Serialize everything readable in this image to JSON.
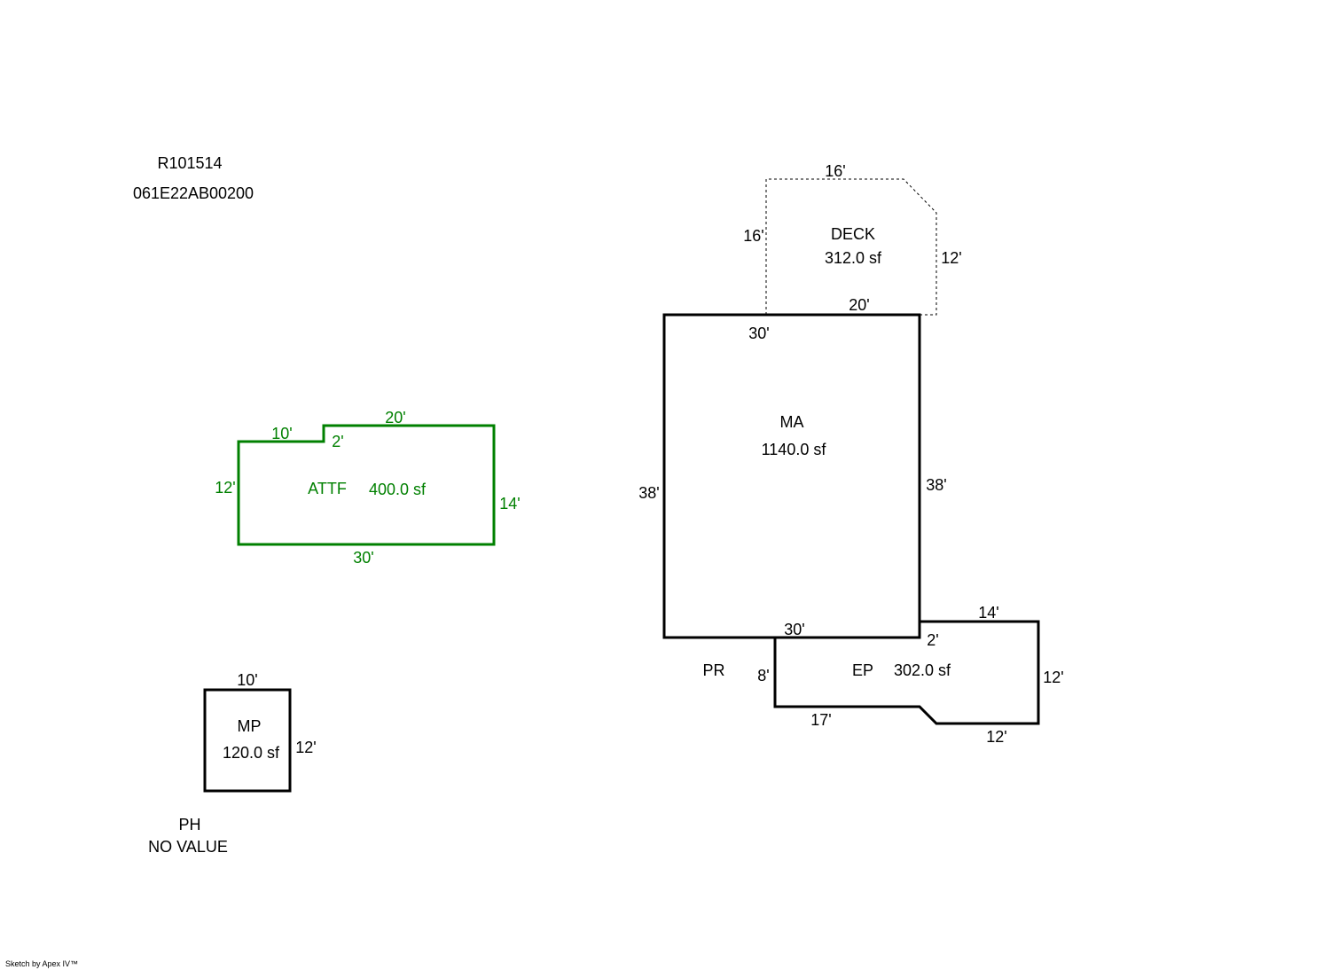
{
  "header": {
    "account": "R101514",
    "map_tax_lot": "061E22AB00200"
  },
  "colors": {
    "line": "#000000",
    "attf": "#008000",
    "background": "#ffffff"
  },
  "deck": {
    "name": "DECK",
    "area": "312.0 sf",
    "dims": {
      "top": "16'",
      "left": "16'",
      "right": "12'",
      "bottom": "20'"
    }
  },
  "ma": {
    "name": "MA",
    "area": "1140.0 sf",
    "dims": {
      "top": "30'",
      "left": "38'",
      "right": "38'",
      "bottom": "30'"
    }
  },
  "ep": {
    "name": "EP",
    "area": "302.0 sf",
    "dims": {
      "top": "14'",
      "notch": "2'",
      "left": "8'",
      "right": "12'",
      "bottom_left": "17'",
      "bottom_right": "12'"
    }
  },
  "pr": {
    "name": "PR"
  },
  "attf": {
    "name": "ATTF",
    "area": "400.0 sf",
    "dims": {
      "top_left": "10'",
      "step": "2'",
      "top_right": "20'",
      "left": "12'",
      "right": "14'",
      "bottom": "30'"
    }
  },
  "mp": {
    "name": "MP",
    "area": "120.0 sf",
    "dims": {
      "top": "10'",
      "right": "12'"
    }
  },
  "ph": {
    "name": "PH",
    "value": "NO VALUE"
  },
  "footer": {
    "credit": "Sketch by Apex IV™"
  }
}
